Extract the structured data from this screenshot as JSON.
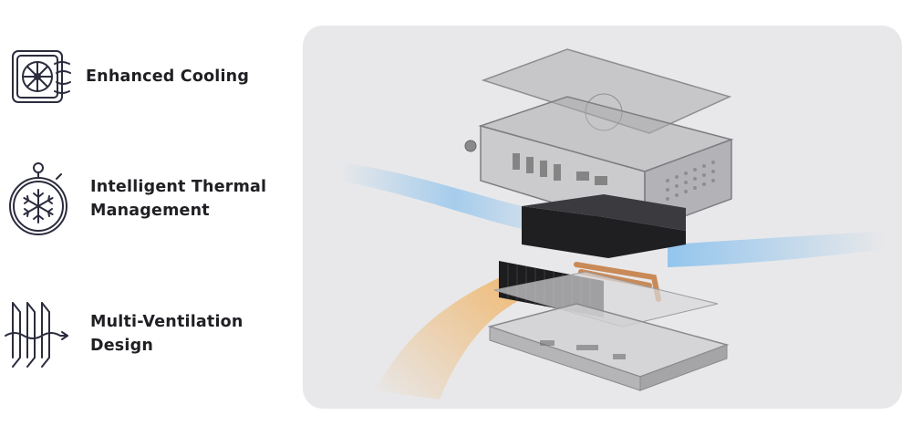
{
  "features": [
    {
      "label": "Enhanced Cooling",
      "icon": "cooling-fan-icon"
    },
    {
      "label": "Intelligent Thermal\nManagement",
      "icon": "stopwatch-snowflake-icon"
    },
    {
      "label": "Multi-Ventilation\nDesign",
      "icon": "ventilation-fins-icon"
    }
  ],
  "colors": {
    "text": "#1f1f24",
    "icon_stroke": "#2b2c3d",
    "panel_bg": "#e8e8ea",
    "cool_air": "#6fb6ee",
    "warm_air": "#f2a94a"
  }
}
